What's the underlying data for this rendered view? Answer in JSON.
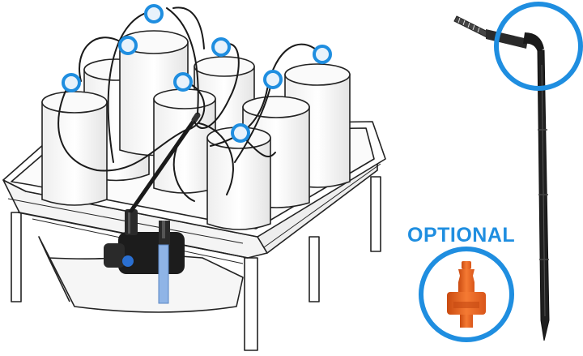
{
  "optional_label": "OPTIONAL",
  "colors": {
    "accent_blue": "#1f8ee0",
    "dot_fill": "#e8f2fb",
    "orange_emitter": "#f06a22",
    "line_dark": "#222222",
    "tube_black": "#1a1a1a",
    "pump_blue": "#2a6fd1"
  },
  "icons": {
    "top_callout": "dripper-stake-head-magnified",
    "bottom_callout": "orange-emitter-nozzle"
  }
}
